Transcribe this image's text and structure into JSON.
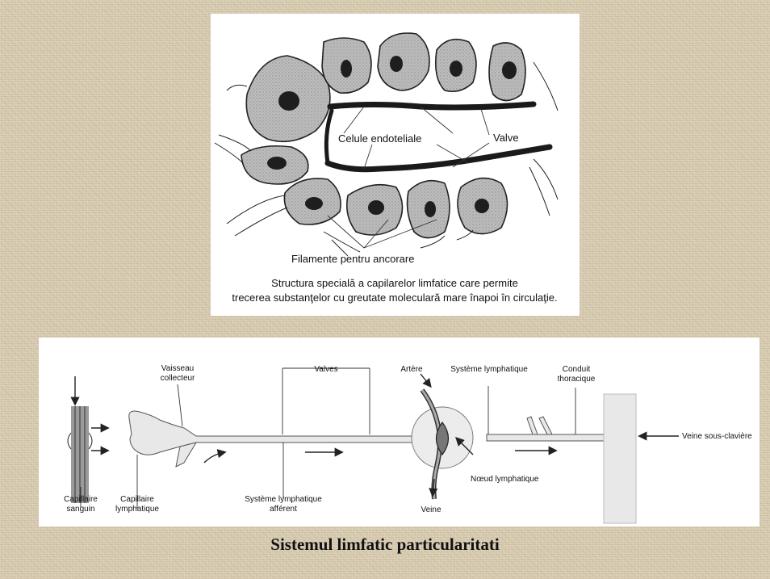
{
  "top_figure": {
    "label_endothelial": "Celule endoteliale",
    "label_valve": "Valve",
    "label_filaments": "Filamente pentru ancorare",
    "caption_line1": "Structura specială a capilarelor limfatice care permite",
    "caption_line2": "trecerea substanţelor cu greutate moleculară mare înapoi în circulaţie."
  },
  "bottom_figure": {
    "vaisseau_1": "Vaisseau",
    "vaisseau_2": "collecteur",
    "valves": "Valves",
    "artere": "Artère",
    "systeme_lymph": "Système lymphatique",
    "conduit_1": "Conduit",
    "conduit_2": "thoracique",
    "veine_sous": "Veine sous-clavière",
    "cap_sang_1": "Capillaire",
    "cap_sang_2": "sanguin",
    "cap_lymph_1": "Capillaire",
    "cap_lymph_2": "lymphatique",
    "afferent_1": "Système lymphatique",
    "afferent_2": "afférent",
    "noeud": "Nœud lymphatique",
    "veine": "Veine"
  },
  "title": "Sistemul limfatic particularitati"
}
